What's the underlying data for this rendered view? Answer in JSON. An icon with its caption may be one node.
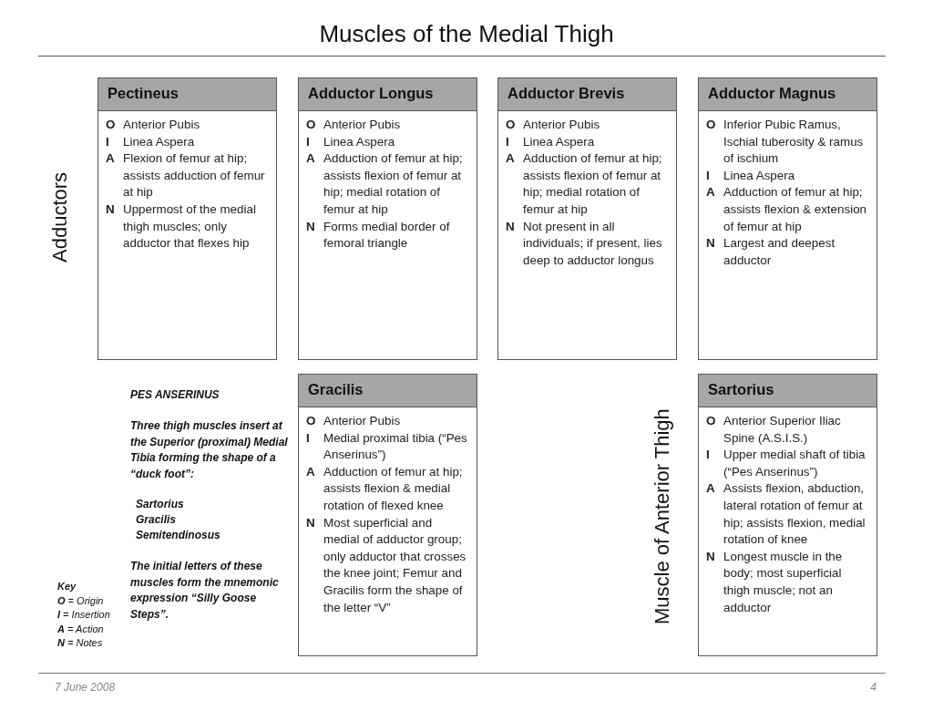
{
  "diagram": {
    "title": "Muscles of the Medial Thigh",
    "nodes": [
      {
        "text": [
          "Pectineus",
          "O",
          "Anterior Pubis",
          "I",
          "Linea Aspera",
          "A",
          "Flexion of femur at hip; assists adduction of femur at hip",
          "N",
          "Uppermost of the medial thigh muscles; only adductor that flexes hip"
        ]
      },
      {
        "text": [
          "Adductor Longus",
          "O",
          "Anterior Pubis",
          "I",
          "Linea Aspera",
          "A",
          "Adduction of femur at hip; assists flexion of femur at hip; medial rotation of femur at hip",
          "N",
          "Forms medial border of femoral triangle"
        ]
      },
      {
        "text": [
          "Adductor Brevis",
          "O",
          "Anterior Pubis",
          "I",
          "Linea Aspera",
          "A",
          "Adduction of femur at hip; assists flexion of femur at hip; medial rotation of femur at hip",
          "N",
          "Not present in all individuals; if present, lies deep to adductor longus"
        ]
      },
      {
        "text": [
          "Adductor Magnus",
          "O",
          "Inferior Pubic Ramus, Ischial tuberosity & ramus of ischium",
          "I",
          "Linea Aspera",
          "A",
          "Adduction of femur at hip; assists flexion & extension of femur at hip",
          "N",
          "Largest and deepest adductor"
        ]
      },
      {
        "text": [
          "Gracilis",
          "O",
          "Anterior Pubis",
          "I",
          "Medial proximal tibia (“Pes Anserinus”)",
          "A",
          "Adduction of femur at hip; assists flexion & medial rotation of flexed knee",
          "N",
          "Most superficial and medial of adductor group;  only adductor that crosses the knee joint; Femur and Gracilis form the shape of the letter “V”"
        ]
      },
      {
        "text": [
          "Sartorius",
          "O",
          "Anterior Superior Iliac Spine (A.S.I.S.)",
          "I",
          "Upper medial shaft of tibia (“Pes Anserinus”)",
          "A",
          "Assists flexion, abduction, lateral rotation of femur at hip; assists flexion, medial rotation of knee",
          "N",
          "Longest muscle in the body; most superficial thigh muscle; not an adductor"
        ]
      }
    ],
    "edges": [],
    "labels": [
      "Adductors",
      "PES ANSERINUS",
      "Three thigh muscles insert at the Superior (proximal) Medial Tibia forming the shape of a “duck foot”:",
      "Sartorius",
      "Gracilis",
      "Semitendinosus",
      "The initial letters of these muscles form the mnemonic expression “Silly Goose Steps”.",
      "Muscle of Anterior Thigh",
      "Key",
      "**O** = Origin",
      "**I** = Insertion",
      "**A** = Action",
      "**N** = Notes",
      "7 June 2008",
      "4"
    ]
  }
}
